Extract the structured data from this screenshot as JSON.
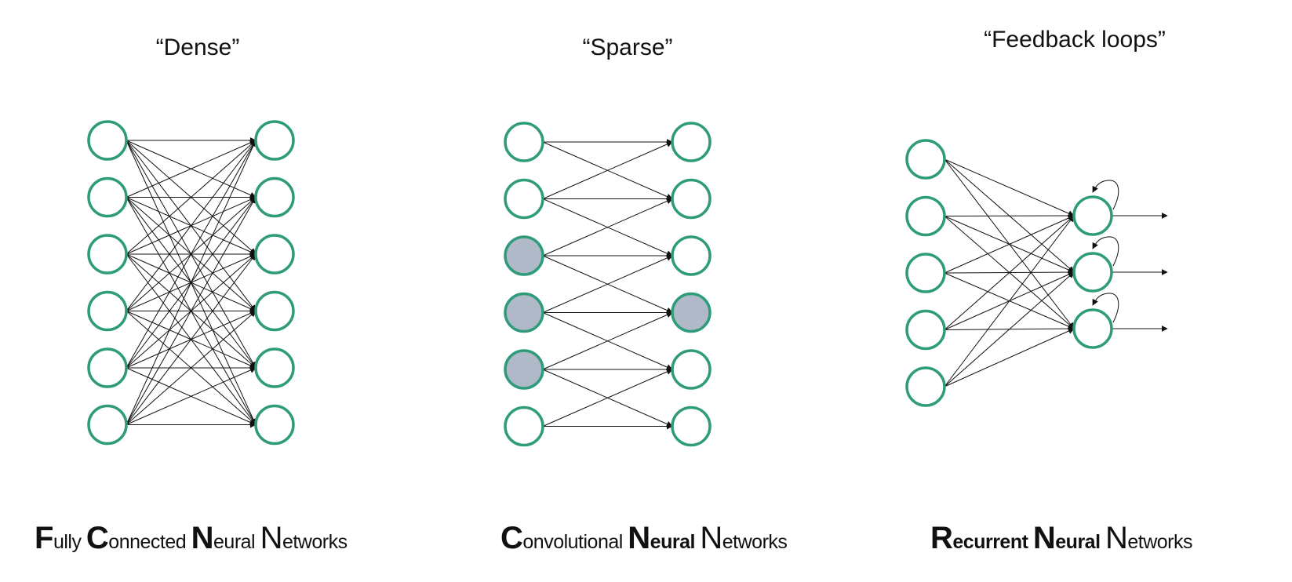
{
  "titles": {
    "dense": "“Dense”",
    "sparse": "“Sparse”",
    "feedback": "“Feedback loops”"
  },
  "captions": {
    "fcnn": [
      {
        "text": "F",
        "style": "big-b"
      },
      {
        "text": "ully ",
        "style": "small"
      },
      {
        "text": "C",
        "style": "big-b"
      },
      {
        "text": "onnected ",
        "style": "small"
      },
      {
        "text": "N",
        "style": "big-b"
      },
      {
        "text": "eural ",
        "style": "small"
      },
      {
        "text": "N",
        "style": "big"
      },
      {
        "text": "etworks",
        "style": "small"
      }
    ],
    "cnn": [
      {
        "text": "C",
        "style": "big-b"
      },
      {
        "text": "onvolutional ",
        "style": "small"
      },
      {
        "text": "N",
        "style": "big-b"
      },
      {
        "text": "eural ",
        "style": "small-b"
      },
      {
        "text": "N",
        "style": "big"
      },
      {
        "text": "etworks",
        "style": "small"
      }
    ],
    "rnn": [
      {
        "text": "R",
        "style": "big-b"
      },
      {
        "text": "ecurrent ",
        "style": "small-b"
      },
      {
        "text": "N",
        "style": "big-b"
      },
      {
        "text": "eural ",
        "style": "small-b"
      },
      {
        "text": "N",
        "style": "big"
      },
      {
        "text": "etworks",
        "style": "small"
      }
    ]
  },
  "colors": {
    "node_stroke": "#2e9c7a",
    "node_fill": "#ffffff",
    "highlight_fill": "#b0b9c8",
    "edge": "#111111"
  },
  "networks": {
    "dense": {
      "input_nodes": 6,
      "output_nodes": 6,
      "connectivity": "full",
      "highlighted_inputs": [],
      "highlighted_outputs": []
    },
    "sparse": {
      "input_nodes": 6,
      "output_nodes": 6,
      "connectivity": "neighbors",
      "highlighted_inputs": [
        2,
        3,
        4
      ],
      "highlighted_outputs": [
        3
      ]
    },
    "recurrent": {
      "input_nodes": 5,
      "output_nodes": 3,
      "connectivity": "full",
      "self_loops": true,
      "output_arrows": true
    }
  }
}
